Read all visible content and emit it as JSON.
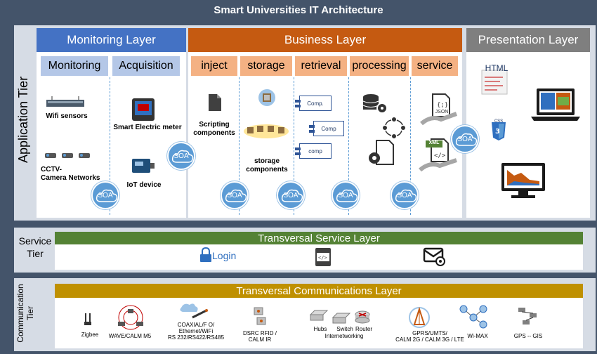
{
  "title": "Smart Universities IT Architecture",
  "tiers": {
    "application": "Application Tier",
    "service": "Service\nTier",
    "communication": "Communication\nTier"
  },
  "layers": {
    "monitoring": {
      "header": "Monitoring Layer",
      "sub": [
        "Monitoring",
        "Acquisition"
      ],
      "items": {
        "wifi": "Wifi sensors",
        "cctv": "CCTV-\nCamera Networks",
        "meter": "Smart Electric meter",
        "iot": "IoT device"
      }
    },
    "business": {
      "header": "Business Layer",
      "sub": [
        "inject",
        "storage",
        "retrieval",
        "processing",
        "service"
      ],
      "items": {
        "scripting": "Scripting\ncomponents",
        "storage": "storage\ncomponents",
        "comp1": "Comp.",
        "comp2": "Comp",
        "comp3": "comp",
        "json": "JSON",
        "xml": "XML"
      }
    },
    "presentation": {
      "header": "Presentation Layer",
      "items": {
        "html": "HTML",
        "css": "CSS"
      }
    }
  },
  "soa_label": "SOA",
  "service_layer": {
    "header": "Transversal Service Layer",
    "login": "Login"
  },
  "comm_layer": {
    "header": "Transversal Communications Layer",
    "items": {
      "zigbee": "Zigbee",
      "wave": "WAVE/CALM M5",
      "coaxial": "COAXIAL/F O/\nEthernet/WiFi\nRS 232/RS422/RS485",
      "dsrc": "DSRC RFID /\nCALM IR",
      "hubs": "Hubs",
      "switch": "Switch",
      "router": "Router",
      "internetworking": "Internetworking",
      "gprs": "GPRS/UMTS/\nCALM 2G / CALM 3G / LTE",
      "wimax": "Wi-MAX",
      "gps": "GPS -- GIS"
    }
  },
  "colors": {
    "frame": "#44546a",
    "monitoring": "#4472c4",
    "monitoring_sub": "#b4c7e7",
    "business": "#c55a11",
    "business_sub": "#f4b183",
    "presentation": "#7f7f7f",
    "service": "#548235",
    "comm": "#bf9000",
    "soa": "#5b9bd5"
  }
}
